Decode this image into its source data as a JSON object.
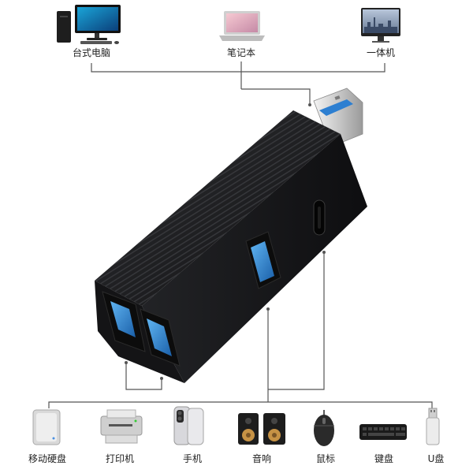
{
  "hosts": [
    {
      "label": "台式电脑",
      "icon": "desktop-computer-icon"
    },
    {
      "label": "笔记本",
      "icon": "laptop-icon"
    },
    {
      "label": "一体机",
      "icon": "all-in-one-pc-icon"
    }
  ],
  "devices": [
    {
      "label": "移动硬盘",
      "icon": "portable-hard-drive-icon"
    },
    {
      "label": "打印机",
      "icon": "printer-icon"
    },
    {
      "label": "手机",
      "icon": "smartphone-icon"
    },
    {
      "label": "音响",
      "icon": "speakers-icon"
    },
    {
      "label": "鼠标",
      "icon": "mouse-icon"
    },
    {
      "label": "键盘",
      "icon": "keyboard-icon"
    },
    {
      "label": "U盘",
      "icon": "usb-flash-drive-icon"
    }
  ],
  "colors": {
    "hub_body": "#1b1c1e",
    "usb_port_blue": "#2f86d6",
    "connector_metal": "#d6d6d6",
    "line": "#555555"
  }
}
